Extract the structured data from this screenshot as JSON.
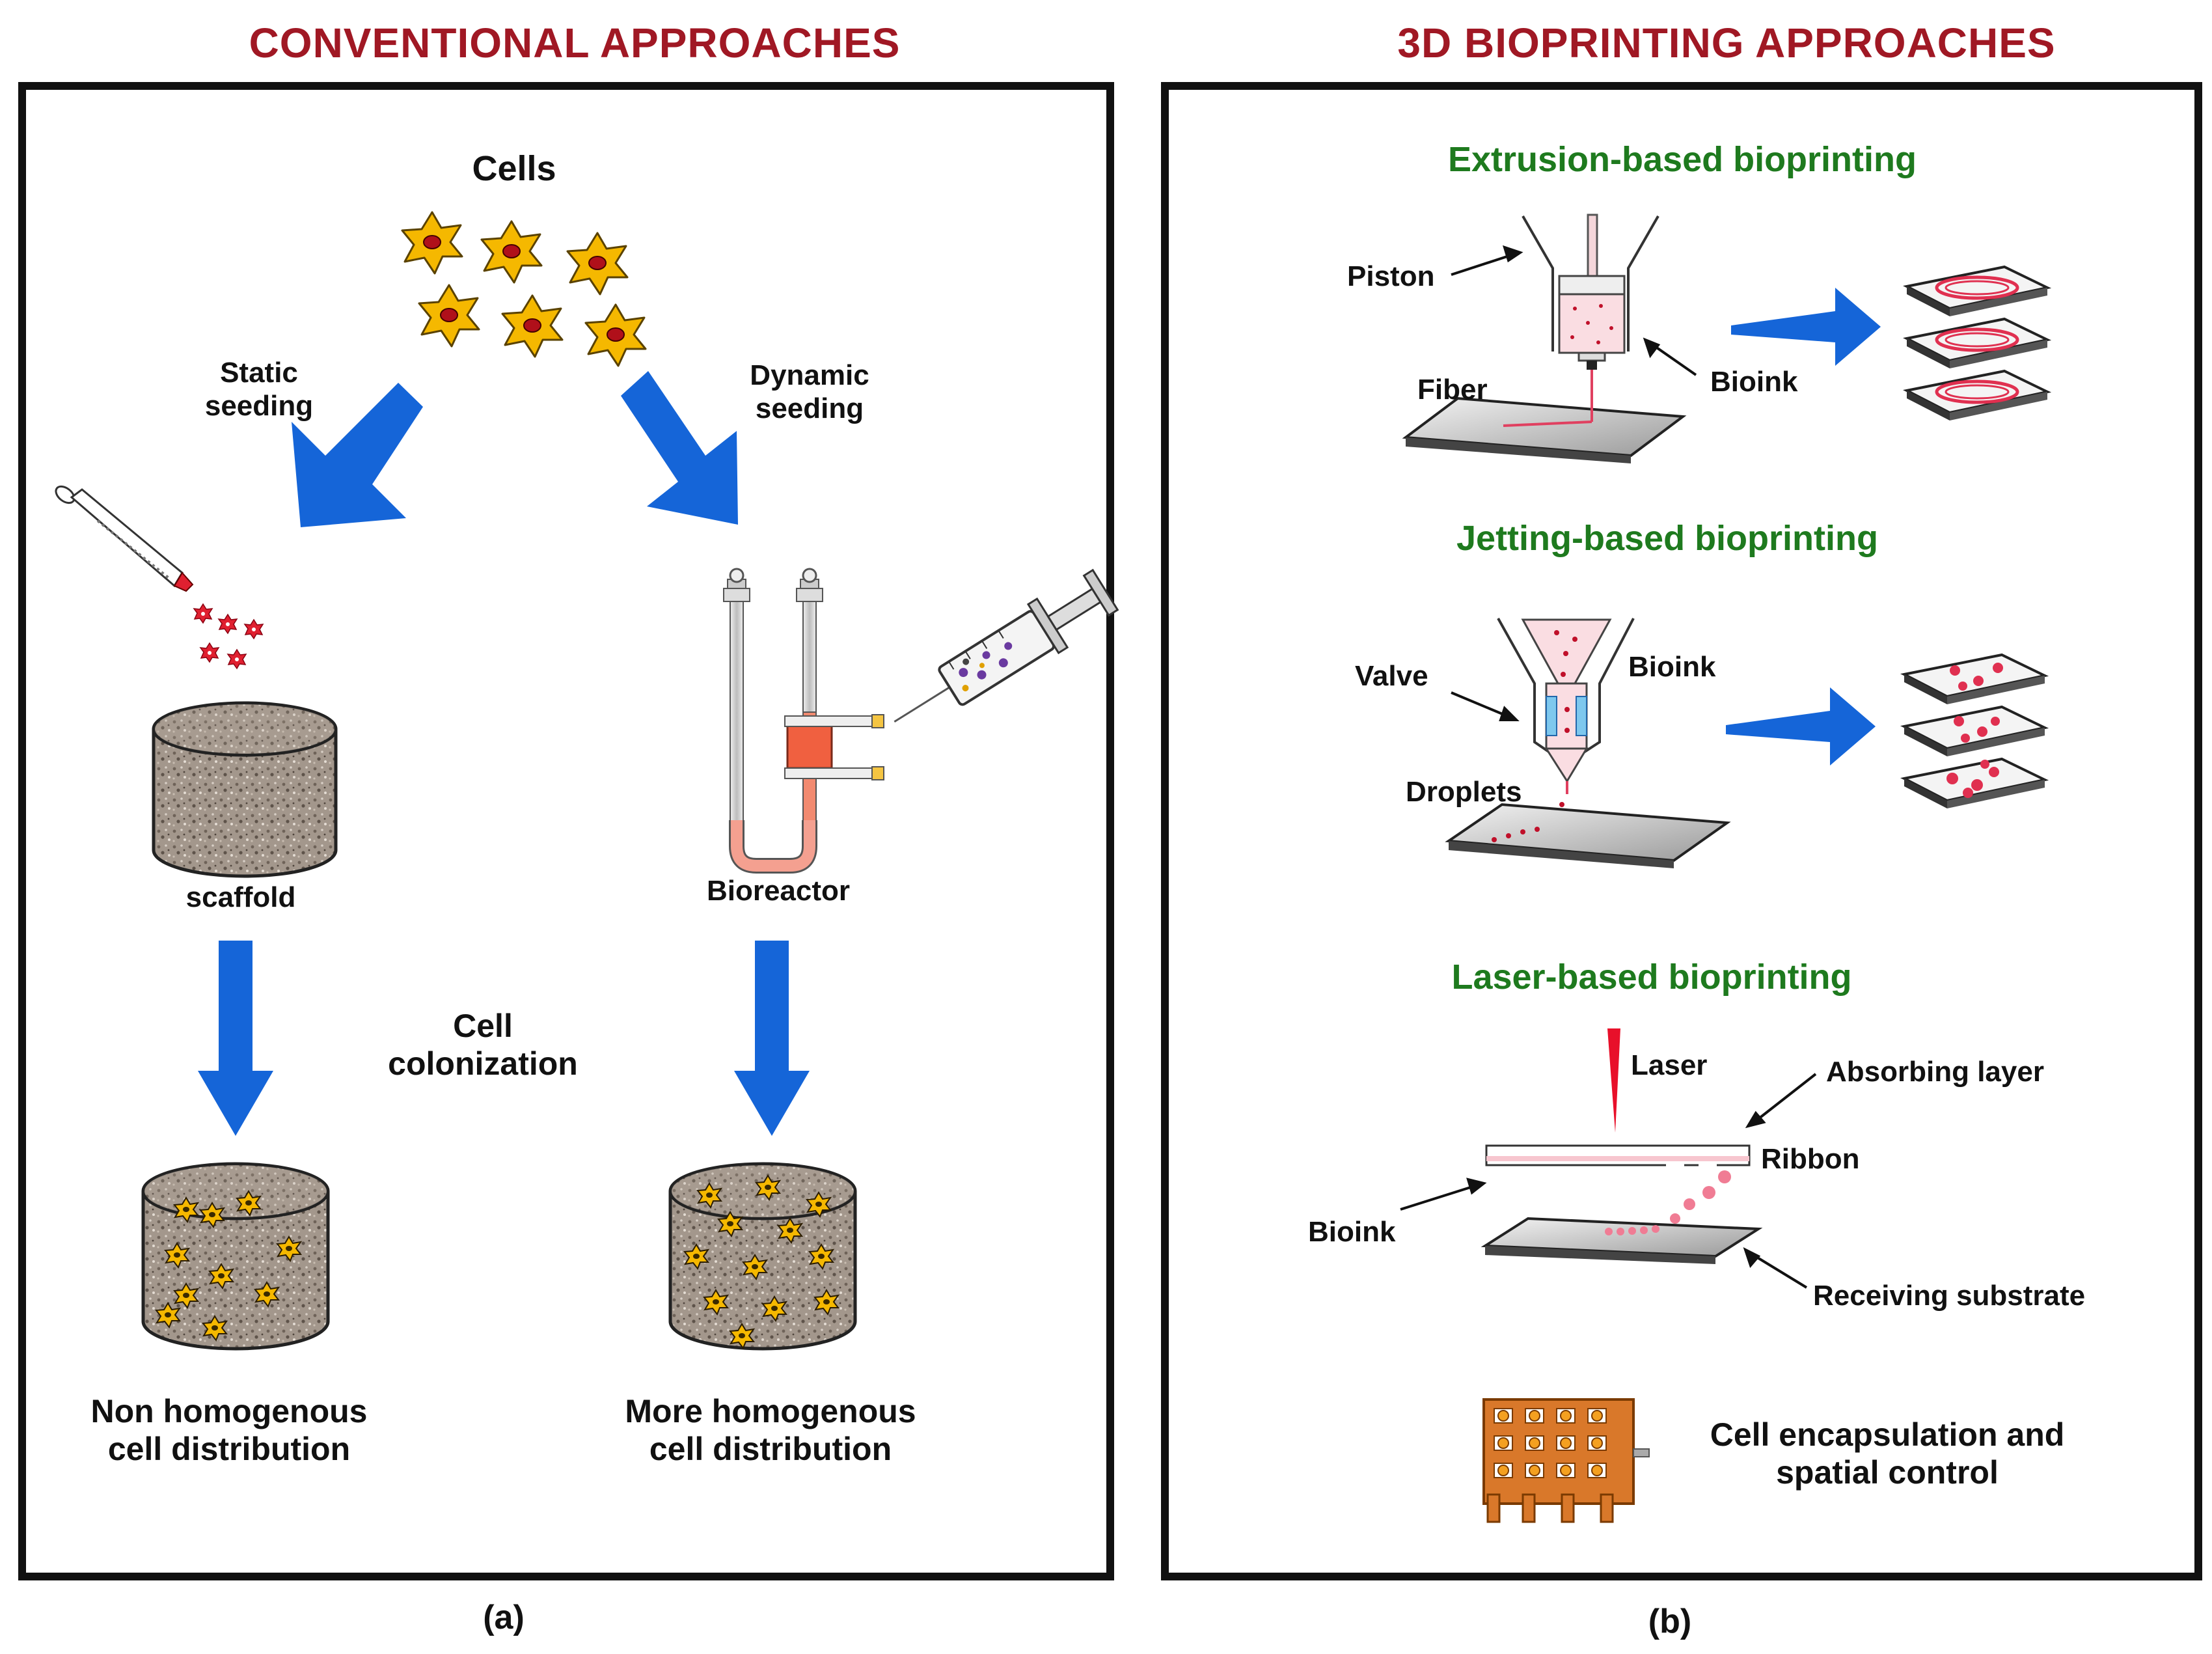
{
  "panel_a": {
    "heading": "CONVENTIONAL APPROACHES",
    "cells_label": "Cells",
    "static_seeding": [
      "Static",
      "seeding"
    ],
    "dynamic_seeding": [
      "Dynamic",
      "seeding"
    ],
    "scaffold_label": "scaffold",
    "bioreactor_label": "Bioreactor",
    "cell_colonization": [
      "Cell",
      "colonization"
    ],
    "non_homogenous": [
      "Non homogenous",
      "cell distribution"
    ],
    "more_homogenous": [
      "More homogenous",
      "cell distribution"
    ],
    "caption": "(a)"
  },
  "panel_b": {
    "heading": "3D BIOPRINTING APPROACHES",
    "extrusion": {
      "title": "Extrusion-based bioprinting",
      "piston": "Piston",
      "fiber": "Fiber",
      "bioink": "Bioink"
    },
    "jetting": {
      "title": "Jetting-based bioprinting",
      "valve": "Valve",
      "bioink": "Bioink",
      "droplets": "Droplets"
    },
    "laser": {
      "title": "Laser-based bioprinting",
      "laser": "Laser",
      "absorbing_layer": "Absorbing layer",
      "ribbon": "Ribbon",
      "bioink": "Bioink",
      "receiving_substrate": "Receiving substrate"
    },
    "encapsulation": [
      "Cell encapsulation and",
      "spatial control"
    ],
    "caption": "(b)"
  },
  "colors": {
    "heading": "#a01824",
    "subheading": "#1e7a1e",
    "arrow": "#1565d8",
    "cell": "#f5b800",
    "nucleus": "#b0101a",
    "ink": "#e0404f",
    "scaffold": "#9a8d82",
    "mesh": "#d9782a"
  }
}
